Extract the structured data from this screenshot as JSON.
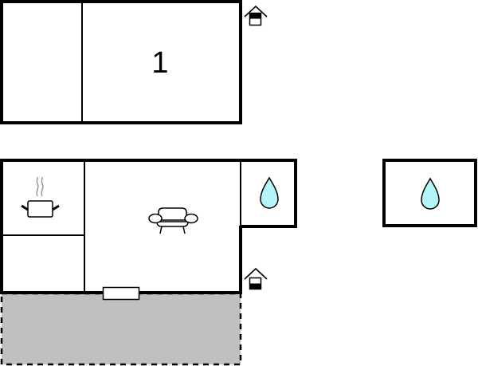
{
  "floorplan": {
    "floors": [
      {
        "name": "upper-building",
        "label": "1",
        "rooms": [
          {
            "id": "upper-left-room",
            "type": "room"
          },
          {
            "id": "upper-main-room",
            "type": "bedroom",
            "label": "1"
          }
        ],
        "entrance": {
          "icon": "entrance-icon",
          "variant": "top-filled"
        }
      },
      {
        "name": "main-building",
        "rooms": [
          {
            "id": "kitchen",
            "type": "kitchen",
            "icon": "pot-icon"
          },
          {
            "id": "storage",
            "type": "room"
          },
          {
            "id": "living-room",
            "type": "living",
            "icon": "sofa-icon"
          },
          {
            "id": "bathroom-attached",
            "type": "bathroom",
            "icon": "water-drop-icon"
          }
        ],
        "entrance": {
          "icon": "entrance-icon",
          "variant": "bottom-filled"
        },
        "terrace": {
          "type": "terrace",
          "style": "dashed"
        }
      },
      {
        "name": "separate-bathroom",
        "rooms": [
          {
            "id": "bathroom-separate",
            "type": "bathroom",
            "icon": "water-drop-icon"
          }
        ]
      }
    ],
    "colors": {
      "wall": "#000000",
      "background": "#ffffff",
      "terrace_fill": "#c0c0c0",
      "water_drop": "#b3f5f8",
      "steam": "#999999"
    }
  }
}
